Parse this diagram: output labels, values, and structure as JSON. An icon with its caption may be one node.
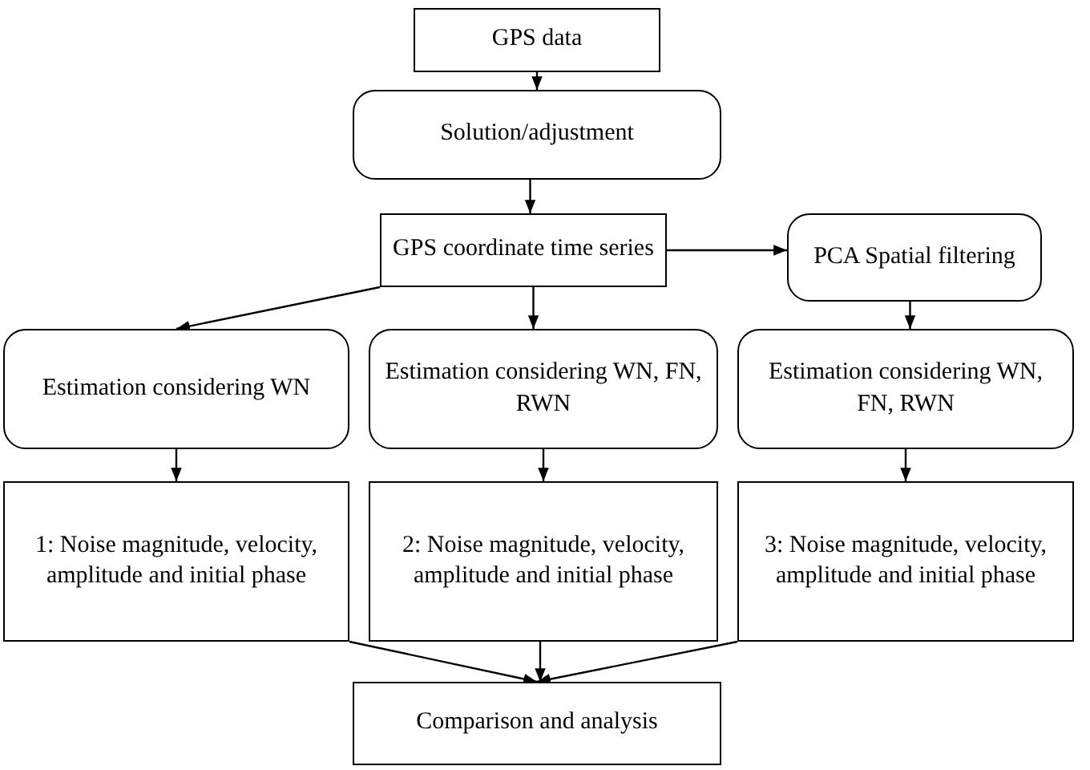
{
  "diagram": {
    "nodes": [
      {
        "text": [
          "GPS data"
        ]
      },
      {
        "text": [
          "Solution/adjustment"
        ]
      },
      {
        "text": [
          "GPS coordinate time series"
        ]
      },
      {
        "text": [
          "PCA Spatial filtering"
        ]
      },
      {
        "text": [
          "Estimation considering WN"
        ]
      },
      {
        "text": [
          "Estimation considering WN, FN, RWN"
        ]
      },
      {
        "text": [
          "Estimation considering WN, FN, RWN"
        ]
      },
      {
        "text": [
          "1: Noise magnitude, velocity, amplitude and initial phase"
        ]
      },
      {
        "text": [
          "2: Noise magnitude, velocity, amplitude and initial phase"
        ]
      },
      {
        "text": [
          "3: Noise magnitude, velocity, amplitude and initial phase"
        ]
      },
      {
        "text": [
          "Comparison and analysis"
        ]
      }
    ],
    "edges": [
      {
        "from": 0,
        "to": 1,
        "arrow": "to"
      },
      {
        "from": 1,
        "to": 2,
        "arrow": "to"
      },
      {
        "from": 2,
        "to": 4,
        "arrow": "to"
      },
      {
        "from": 2,
        "to": 5,
        "arrow": "to"
      },
      {
        "from": 2,
        "to": 3,
        "arrow": "to"
      },
      {
        "from": 3,
        "to": 6,
        "arrow": "to"
      },
      {
        "from": 4,
        "to": 7,
        "arrow": "to"
      },
      {
        "from": 5,
        "to": 8,
        "arrow": "to"
      },
      {
        "from": 6,
        "to": 9,
        "arrow": "to"
      },
      {
        "from": 7,
        "to": 10,
        "arrow": "to"
      },
      {
        "from": 8,
        "to": 10,
        "arrow": "to"
      },
      {
        "from": 9,
        "to": 10,
        "arrow": "to"
      }
    ]
  }
}
